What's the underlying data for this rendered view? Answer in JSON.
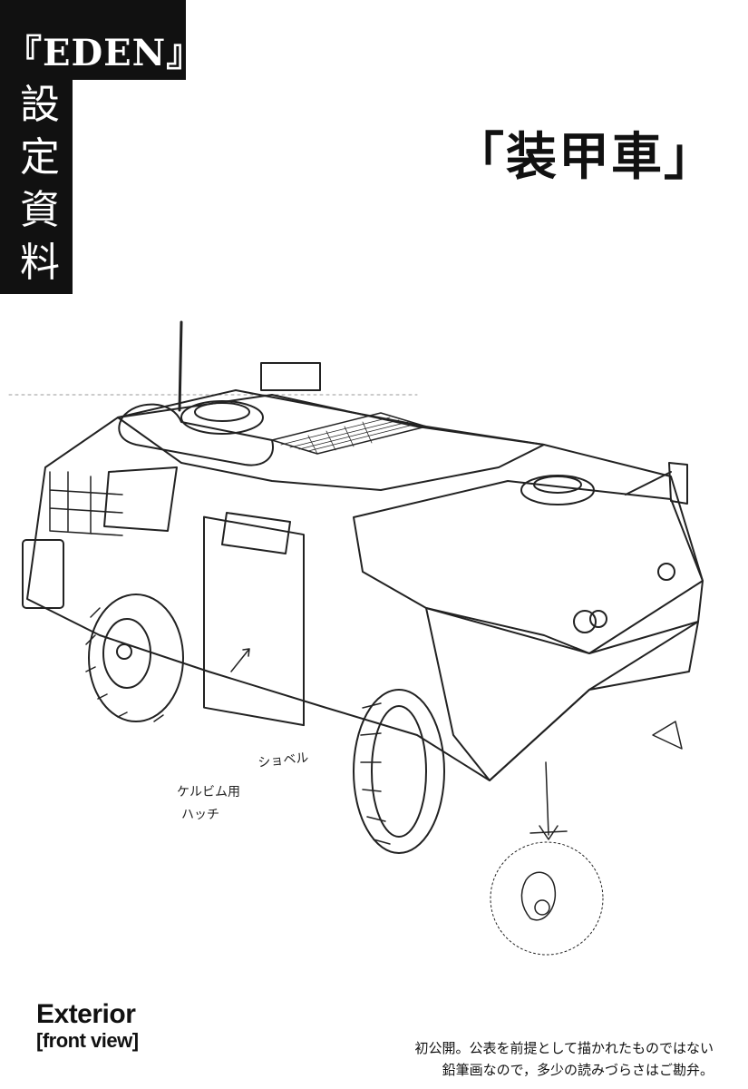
{
  "header": {
    "series_title": "『EDEN』",
    "side_label_chars": [
      "設",
      "定",
      "資",
      "料"
    ]
  },
  "main": {
    "title": "「装甲車」"
  },
  "illustration": {
    "annotations": {
      "hatch": [
        "ケルビム用",
        "ハッチ"
      ],
      "shovel": "ショベル"
    }
  },
  "caption": {
    "line1": "Exterior",
    "line2": "[front view]"
  },
  "note": {
    "line1": "初公開。公表を前提として描かれたものではない",
    "line2": "鉛筆画なので，多少の読みづらさはご勘弁。"
  }
}
